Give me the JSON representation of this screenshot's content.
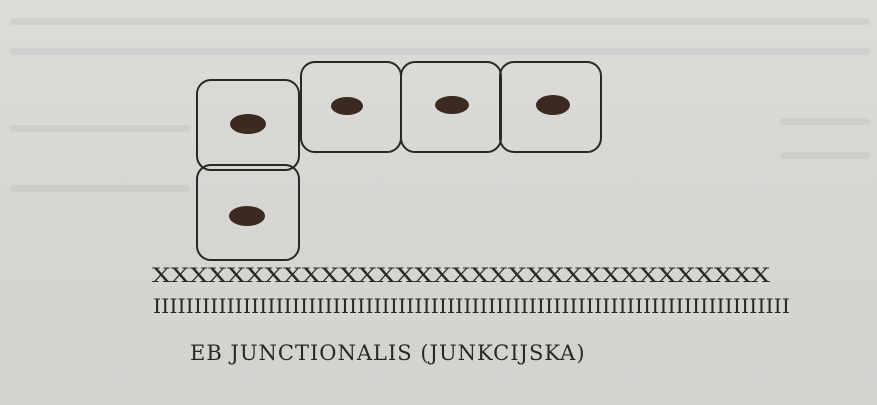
{
  "diagram": {
    "caption": "EB JUNCTIONALIS (JUNKCIJSKA)",
    "layer1_symbols": "XXXXXXXXXXXXXXXXXXXXXXXXXXXXXXXXX",
    "layer2_symbols": "IIIIIIIIIIIIIIIIIIIIIIIIIIIIIIIIIIIIIIIIIIIIIIIIIIIIIIIIIIIIIIIIIIIIIIIIIIIIII",
    "cell_count": 5,
    "colors": {
      "ink": "#2a2826",
      "nucleus": "#3a2a20",
      "paper": "#dcdad7"
    }
  }
}
